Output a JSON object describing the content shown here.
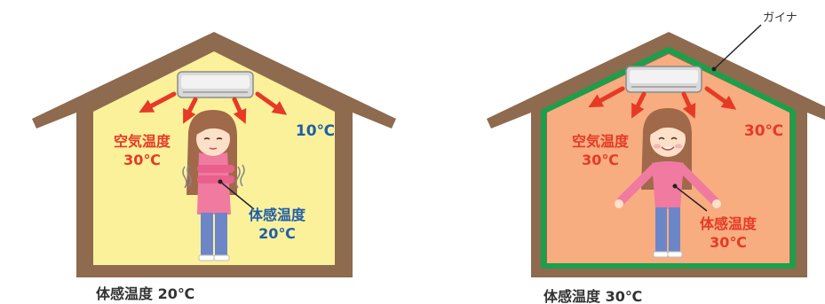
{
  "left_panel": {
    "air_temp_label": "空気温度",
    "air_temp_value": "30℃",
    "wall_temp": "10℃",
    "felt_temp_label": "体感温度",
    "felt_temp_value": "20℃",
    "caption": "体感温度 20℃"
  },
  "right_panel": {
    "coating_label": "ガイナ",
    "air_temp_label": "空気温度",
    "air_temp_value": "30℃",
    "wall_temp": "30℃",
    "felt_temp_label": "体感温度",
    "felt_temp_value": "30℃",
    "caption": "体感温度 30℃"
  },
  "colors": {
    "house_frame": "#8e6a4e",
    "left_interior": "#fbf19b",
    "right_interior": "#f7ad80",
    "gaina_lining": "#1aa04b",
    "arrow_red": "#e63a26",
    "label_blue": "#1f5ea8",
    "shirt_pink": "#f07aa0",
    "pants_blue": "#6d86c8",
    "hair_brown": "#a0694a"
  }
}
